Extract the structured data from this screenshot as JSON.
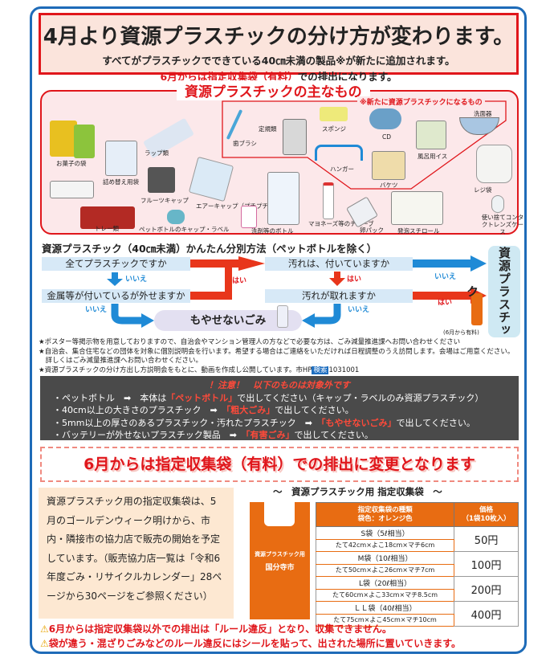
{
  "header": {
    "title": "4月より資源プラスチックの分け方が変わります。",
    "subtitle": "すべてがプラスチックでできている40㎝未満の製品※が新たに追加されます。",
    "notice_red": "6月からは指定収集袋（有料）",
    "notice_rest": "での排出になります。"
  },
  "items": {
    "title": "資源プラスチックの主なもの",
    "new_title": "※新たに資源プラスチックになるもの",
    "list": [
      "お菓子の袋",
      "詰め替え用袋",
      "ラップ類",
      "フルーツキャップ",
      "エアーキャップ（プチプチ）",
      "トレー類",
      "ペットボトルのキャップ・ラベル",
      "洗剤等のボトル",
      "マヨネーズ等のチューブ",
      "卵パック",
      "発泡スチロール",
      "使い捨てコンタクトレンズケース",
      "レジ袋"
    ],
    "new_list": [
      "歯ブラシ",
      "定規類",
      "スポンジ",
      "CD",
      "ハンガー",
      "バケツ",
      "風呂用イス",
      "洗面器"
    ]
  },
  "flow": {
    "title": "資源プラスチック（40㎝未満）かんたん分別方法（ペットボトルを除く）",
    "q1": "全てプラスチックですか",
    "q2": "金属等が付いているが外せますか",
    "q3": "汚れは、付いていますか",
    "q4": "汚れが取れますか",
    "yes": "はい",
    "no": "いいえ",
    "non_burnable": "もやせないごみ",
    "resource": "資源プラスチック",
    "paid_note": "(6月から有料)"
  },
  "notes": [
    "★ポスター等掲示物を用意しておりますので、自治会やマンション管理人の方などで必要な方は、ごみ減量推進課へお問い合わせください",
    "★自治会、集合住宅などの団体を対象に個別説明会を行います。希望する場合はご連絡をいただければ日程調整のうえ訪問します。会場はご用意ください。",
    "　詳しくはごみ減量推進課へお問い合わせください。"
  ],
  "video_note": {
    "text": "★資源プラスチックの分け方出し方説明会をもとに、動画を作成し公開しています。市HP",
    "search": "検索",
    "id": "1031001"
  },
  "caution": {
    "title": "！注意！　以下のものは対象外です",
    "rows": [
      {
        "a": "・ペットボトル　➡　本体は",
        "h": "「ペットボトル」",
        "b": "で出してください（キャップ・ラベルのみ資源プラスチック）"
      },
      {
        "a": "・40cm以上の大きさのプラスチック　➡　",
        "h": "「粗大ごみ」",
        "b": "で出してください。"
      },
      {
        "a": "・5mm以上の厚さのあるプラスチック・汚れたプラスチック　➡　",
        "h": "「もやせないごみ」",
        "b": "で出してください。"
      },
      {
        "a": "・バッテリーが外せないプラスチック製品　➡　",
        "h": "「有害ごみ」",
        "b": "で出してください。"
      }
    ]
  },
  "banner": "6月からは指定収集袋（有料）での排出に変更となります",
  "info": "資源プラスチック用の指定収集袋は、5月のゴールデンウィーク明けから、市内・隣接市の協力店で販売の開始を予定しています。（販売協力店一覧は「令和6年度ごみ・リサイクルカレンダー」28ページから30ページをご参照ください）",
  "bags": {
    "title": "～　資源プラスチック用 指定収集袋　～",
    "bag_label": "資源プラスチック用",
    "city": "国分寺市",
    "col1": "指定収集袋の種類",
    "col1_sub": "袋色：オレンジ色",
    "col2": "価格",
    "col2_sub": "（1袋10枚入）",
    "rows": [
      {
        "name": "S袋（5ℓ相当）",
        "size": "たて42cm×よこ18cm×マチ6cm",
        "price": "50円"
      },
      {
        "name": "M袋（10ℓ相当）",
        "size": "たて50cm×よこ26cm×マチ7cm",
        "price": "100円"
      },
      {
        "name": "L袋（20ℓ相当）",
        "size": "たて60cm×よこ33cm×マチ8.5cm",
        "price": "200円"
      },
      {
        "name": "ＬＬ袋（40ℓ相当）",
        "size": "たて75cm×よこ45cm×マチ10cm",
        "price": "400円"
      }
    ]
  },
  "warnings": [
    "6月からは指定収集袋以外での排出は「ルール違反」となり、収集できません。",
    "袋が違う・混ざりごみなどのルール違反にはシールを貼って、出された場所に置いていきます。"
  ],
  "colors": {
    "red": "#e0161b",
    "blue": "#1f8ad6",
    "orange": "#e86c12",
    "frame": "#1e6bb8"
  }
}
